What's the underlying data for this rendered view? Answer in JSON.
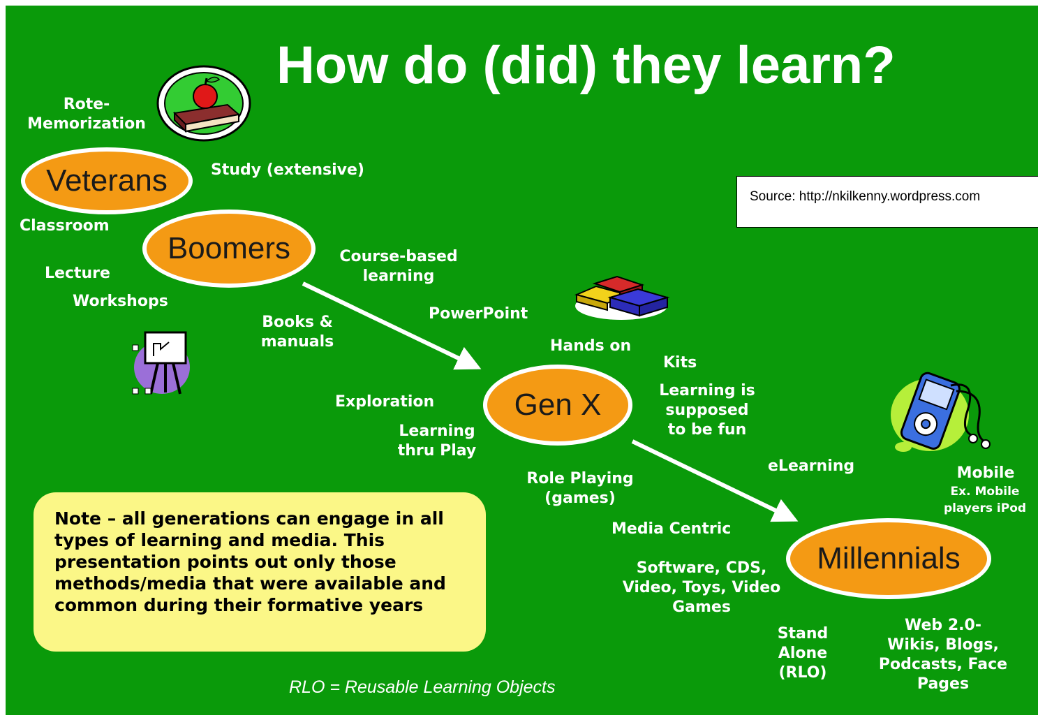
{
  "title": "How do (did) they learn?",
  "source": "Source: http://nkilkenny.wordpress.com",
  "generations": {
    "veterans": "Veterans",
    "boomers": "Boomers",
    "genx": "Gen X",
    "millennials": "Millennials"
  },
  "labels": {
    "rote": "Rote-\nMemorization",
    "study": "Study (extensive)",
    "classroom": "Classroom",
    "lecture": "Lecture",
    "workshops": "Workshops",
    "course": "Course-based\nlearning",
    "powerpoint": "PowerPoint",
    "books": "Books  &\nmanuals",
    "hands_on": "Hands on",
    "kits": "Kits",
    "fun": "Learning is\nsupposed\nto be fun",
    "exploration": "Exploration",
    "play": "Learning\nthru Play",
    "elearning": "eLearning",
    "mobile": "Mobile",
    "mobile_ex": "Ex. Mobile\nplayers iPod",
    "role_playing": "Role Playing\n(games)",
    "media_centric": "Media Centric",
    "software": "Software, CDS,\nVideo, Toys, Video\nGames",
    "stand_alone": "Stand\nAlone\n(RLO)",
    "web20": "Web 2.0-\nWikis, Blogs,\nPodcasts, Face\nPages"
  },
  "note": "Note – all generations can engage in all types of learning and media. This presentation points out only those methods/media that were available and common during their formative years",
  "footer": "RLO = Reusable Learning Objects",
  "icons": [
    "apple-book-icon",
    "presentation-easel-icon",
    "toy-blocks-icon",
    "ipod-icon"
  ],
  "colors": {
    "background": "#0a9a0a",
    "oval": "#f49a14",
    "note": "#fbf787"
  }
}
